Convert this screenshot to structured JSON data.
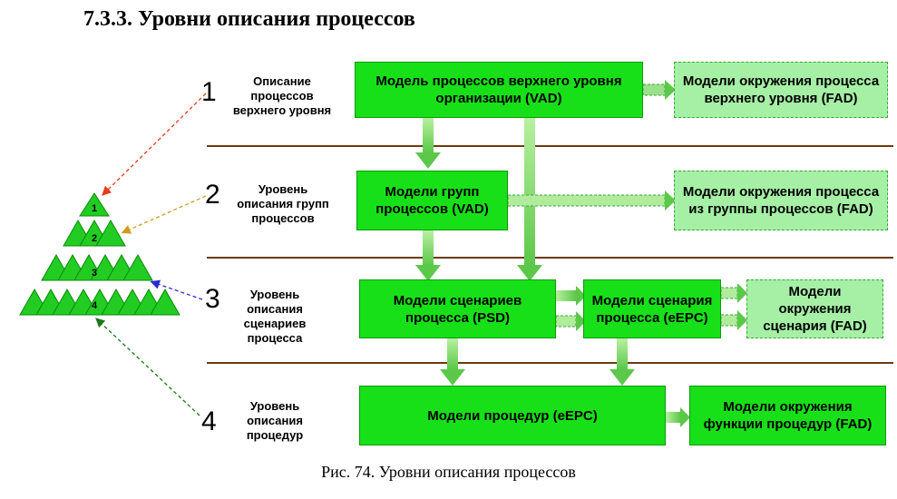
{
  "title": "7.3.3. Уровни описания процессов",
  "caption": "Рис. 74. Уровни описания процессов",
  "levels": [
    {
      "number": "1",
      "label": "Описание процессов верхнего уровня"
    },
    {
      "number": "2",
      "label": "Уровень описания групп процессов"
    },
    {
      "number": "3",
      "label": "Уровень описания сценариев процесса"
    },
    {
      "number": "4",
      "label": "Уровень описания процедур"
    }
  ],
  "pyramid": {
    "labels": [
      "1",
      "2",
      "3",
      "4"
    ]
  },
  "boxes": {
    "vad_top": "Модель процессов верхнего уровня организации (VAD)",
    "fad_top": "Модели окружения процесса верхнего уровня (FAD)",
    "vad_groups": "Модели групп процессов (VAD)",
    "fad_groups": "Модели окружения процесса из группы процессов (FAD)",
    "psd": "Модели сценариев процесса (PSD)",
    "eepc_scenario": "Модели сценария процесса (eEPC)",
    "fad_scenario": "Модели окружения сценария (FAD)",
    "eepc_procedures": "Модели процедур (eEPC)",
    "fad_procedures": "Модели окружения функции процедур (FAD)"
  },
  "colors": {
    "model_box": "#18e018",
    "env_box": "#a6f0a6",
    "separator": "#6b3a10",
    "arrow_1": "#e83a1a",
    "arrow_2": "#d49a20",
    "arrow_3": "#2a2ad0",
    "arrow_4": "#1a7a1a"
  }
}
